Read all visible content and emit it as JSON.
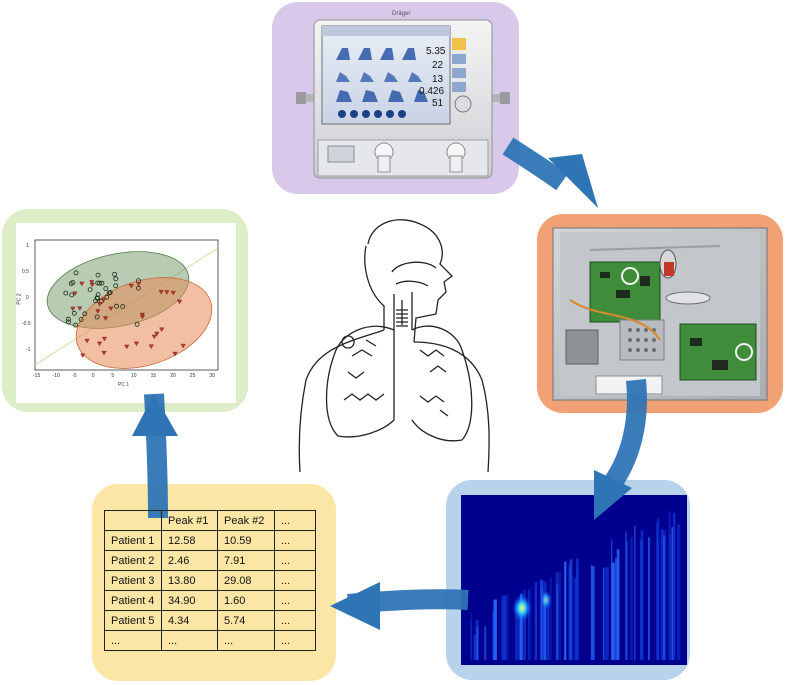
{
  "ventilator": {
    "brand": "Dräger",
    "readouts": [
      "5.35",
      "22",
      "13",
      "0.426",
      "51"
    ]
  },
  "scatter_plot": {
    "ylabel": "PC 2",
    "xlabel": "PC 1",
    "x_ticks": [
      "-15",
      "-10",
      "-5",
      "0",
      "5",
      "10",
      "15",
      "20",
      "25",
      "30"
    ],
    "y_ticks": [
      "1",
      "0.5",
      "0",
      "-0.5",
      "-1"
    ]
  },
  "table": {
    "header": [
      "",
      "Peak #1",
      "Peak #2",
      "..."
    ],
    "rows": [
      [
        "Patient 1",
        "12.58",
        "10.59",
        "..."
      ],
      [
        "Patient 2",
        "2.46",
        "7.91",
        "..."
      ],
      [
        "Patient 3",
        "13.80",
        "29.08",
        "..."
      ],
      [
        "Patient 4",
        "34.90",
        "1.60",
        "..."
      ],
      [
        "Patient 5",
        "4.34",
        "5.74",
        "..."
      ],
      [
        "...",
        "...",
        "...",
        "..."
      ]
    ]
  },
  "colors": {
    "arrow": "#2f74b5",
    "ventilator_panel": "#d8c8ea",
    "gc_panel": "#f2a174",
    "heatmap_panel": "#b9d2eb",
    "table_panel": "#fbe6a6",
    "pca_panel": "#dcedc8",
    "heatmap_background": "#00008f"
  }
}
